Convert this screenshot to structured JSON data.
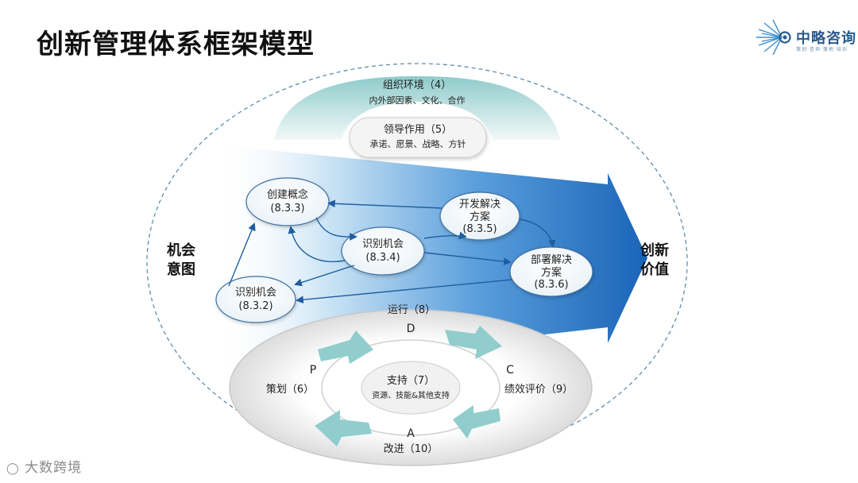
{
  "title": "创新管理体系框架模型",
  "brand": {
    "name": "中略咨询",
    "tagline": "策划·咨询·落地·培训"
  },
  "context": {
    "title": "组织环境（4）",
    "subtitle": "内外部因素、文化、合作"
  },
  "leadership": {
    "title": "领导作用（5）",
    "subtitle": "承诺、愿景、战略、方针"
  },
  "left_label": {
    "line1": "机会",
    "line2": "意图"
  },
  "right_label": {
    "line1": "创新",
    "line2": "价值"
  },
  "process_nodes": [
    {
      "name": "创建概念",
      "code": "(8.3.3)"
    },
    {
      "name": "识别机会",
      "code": "(8.3.4)"
    },
    {
      "name": "识别机会",
      "code": "(8.3.2)"
    },
    {
      "name_line1": "开发解决",
      "name_line2": "方案",
      "code": "(8.3.5)"
    },
    {
      "name_line1": "部署解决",
      "name_line2": "方案",
      "code": "(8.3.6)"
    }
  ],
  "pdca": {
    "operation": "运行（8）",
    "d": "D",
    "p": "P",
    "c": "C",
    "a": "A",
    "planning": "策划（6）",
    "evaluation": "绩效评价（9）",
    "improvement": "改进（10）",
    "support_title": "支持（7）",
    "support_subtitle": "资源、技能&其他支持"
  },
  "footer_watermark": "大数跨境",
  "colors": {
    "arrow": "#1f6fc0",
    "teal": "#7fc4c4",
    "dashed": "#5b8fb0"
  }
}
